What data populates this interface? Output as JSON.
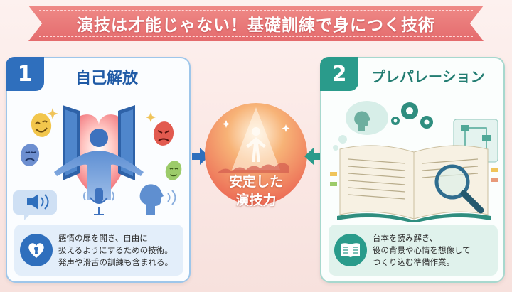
{
  "title": "演技は才能じゃない！基礎訓練で身につく技術",
  "left_card": {
    "number": "1",
    "title": "自己解放",
    "description": [
      "感情の扉を開き、自由に",
      "扱えるようにするための技術。",
      "発声や滑舌の訓練も含まれる。"
    ],
    "accent": "#2f6fbd"
  },
  "right_card": {
    "number": "2",
    "title": "プレパレーション",
    "description": [
      "台本を読み解き、",
      "役の背景や心情を想像して",
      "つくり込む準備作業。"
    ],
    "accent": "#2a9b8b"
  },
  "center": {
    "lines": [
      "安定した",
      "演技力"
    ]
  },
  "icons": {
    "left_desc": "heart-keyhole-icon",
    "right_desc": "open-book-icon"
  }
}
